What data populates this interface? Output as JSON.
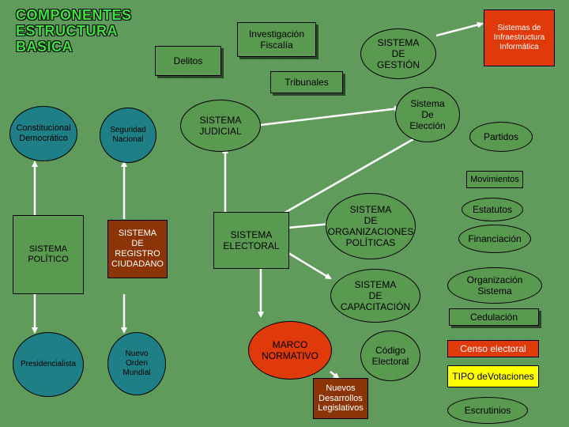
{
  "title": "COMPONENTES\nESTRUCTURA\nBASICA",
  "colors": {
    "background": "#5e9a5a",
    "box_green": "#5a9a50",
    "box_teal": "#1f7f86",
    "box_brown": "#8b3406",
    "box_red": "#e03a0a",
    "box_yellow": "#ffff00",
    "arrow": "#ffffff",
    "title": "#3fe03f"
  },
  "nodes": {
    "delitos": "Delitos",
    "investigacion_fiscalia": "Investigación\nFiscalía",
    "sistema_gestion": "SISTEMA\nDE\nGESTIÓN",
    "sistemas_infraestructura": "Sistemas de\nInfraestructura\nInformática",
    "tribunales": "Tribunales",
    "constitucional_democratico": "Constitucional\nDemocrático",
    "seguridad_nacional": "Seguridad\nNacional",
    "sistema_judicial": "SISTEMA\nJUDICIAL",
    "sistema_eleccion": "Sistema\nDe\nElección",
    "partidos": "Partidos",
    "movimientos": "Movimientos",
    "sistema_politico": "SISTEMA\nPOLÍTICO",
    "sistema_registro": "SISTEMA\nDE\nREGISTRO\nCIUDADANO",
    "sistema_electoral": "SISTEMA\nELECTORAL",
    "sistema_organizaciones": "SISTEMA\nDE\nORGANIZACIONES\nPOLÍTICAS",
    "estatutos": "Estatutos",
    "financiacion": "Financiación",
    "organizacion_sistema": "Organización\nSistema",
    "sistema_capacitacion": "SISTEMA\nDE\nCAPACITACIÓN",
    "cedulacion": "Cedulación",
    "presidencialista": "Presidencialista",
    "nuevo_orden_mundial": "Nuevo\nOrden\nMundial",
    "marco_normativo": "MARCO\nNORMATIVO",
    "codigo_electoral": "Código\nElectoral",
    "censo_electoral": "Censo electoral",
    "tipo_votaciones": "TIPO deVotaciones",
    "nuevos_desarrollos": "Nuevos\nDesarrollos\nLegislativos",
    "escrutinios": "Escrutinios"
  }
}
